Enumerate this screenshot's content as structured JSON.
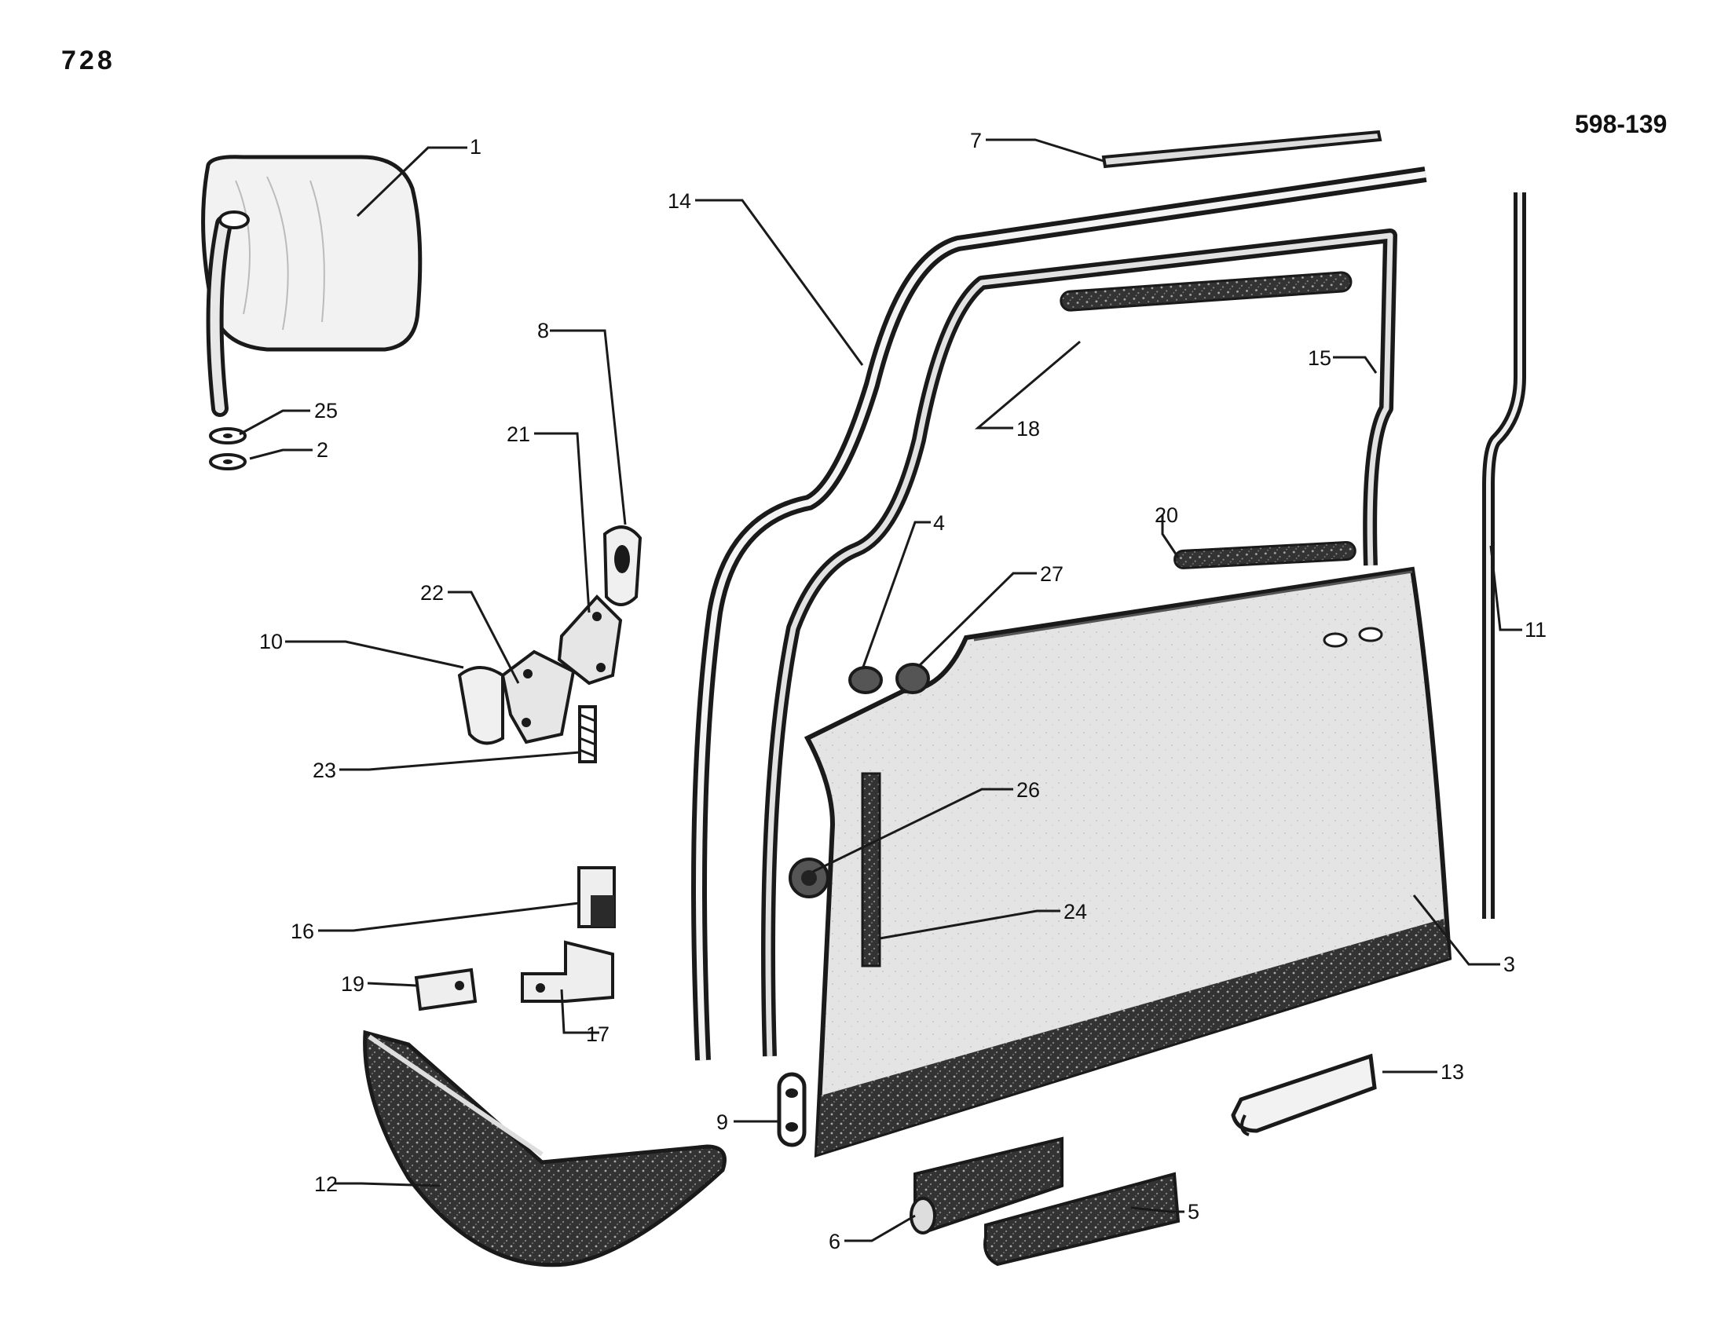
{
  "page_number": "728",
  "reference_code": "598-139",
  "callout_labels": [
    "1",
    "25",
    "2",
    "8",
    "21",
    "22",
    "10",
    "23",
    "16",
    "19",
    "17",
    "12",
    "9",
    "6",
    "5",
    "13",
    "3",
    "11",
    "15",
    "18",
    "20",
    "4",
    "27",
    "26",
    "24",
    "14",
    "7"
  ],
  "colors": {
    "ink": "#1a1a1a",
    "paper": "#ffffff",
    "dark_fill": "#3a3a3a",
    "light_fill": "#dedede"
  }
}
